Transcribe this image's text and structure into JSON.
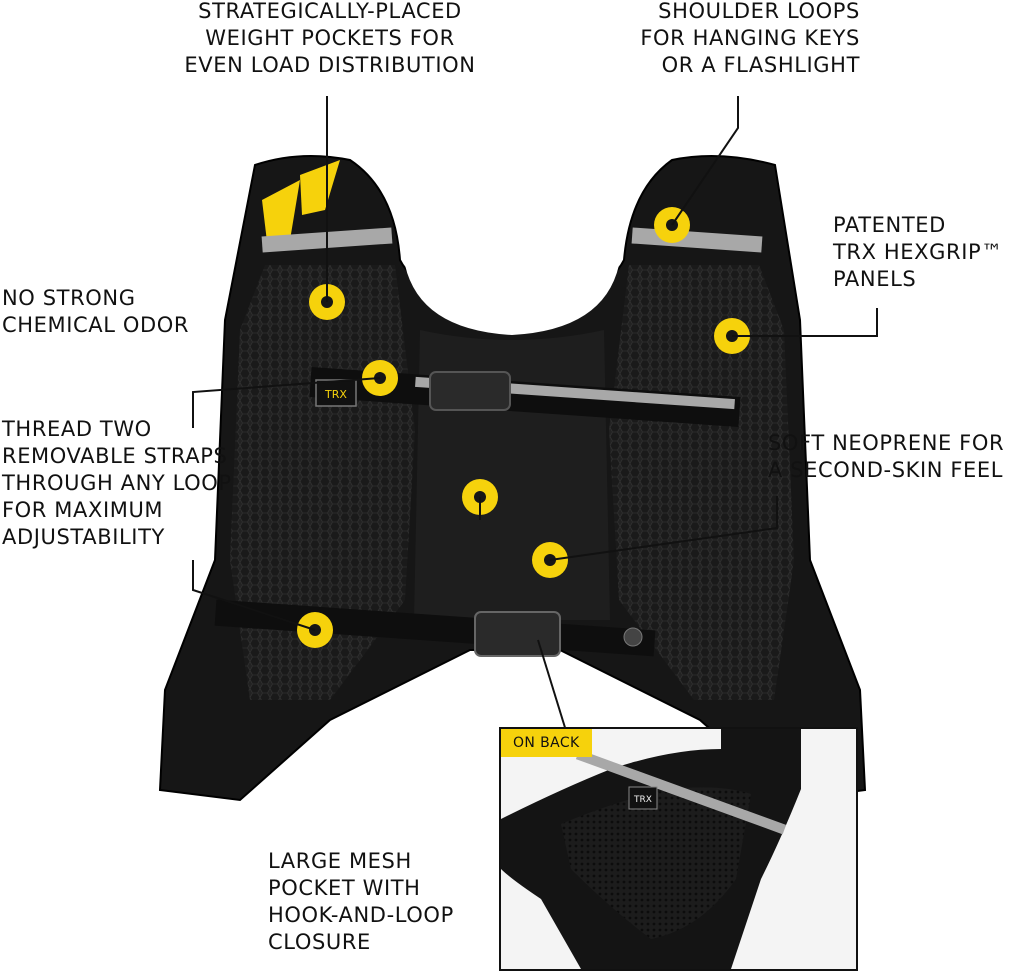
{
  "callouts": {
    "weight_pockets": [
      "STRATEGICALLY-PLACED",
      "WEIGHT POCKETS FOR",
      "EVEN LOAD DISTRIBUTION"
    ],
    "shoulder_loops": [
      "SHOULDER LOOPS",
      "FOR HANGING KEYS",
      "OR A FLASHLIGHT"
    ],
    "hexgrip": [
      "PATENTED",
      "TRX HEXGRIP™",
      "PANELS"
    ],
    "no_odor": [
      "NO STRONG",
      "CHEMICAL ODOR"
    ],
    "straps": [
      "THREAD TWO",
      "REMOVABLE STRAPS",
      "THROUGH ANY LOOP",
      "FOR MAXIMUM",
      "ADJUSTABILITY"
    ],
    "neoprene": [
      "SOFT NEOPRENE FOR",
      "A SECOND-SKIN FEEL"
    ],
    "mesh_pocket": [
      "LARGE MESH",
      "POCKET WITH",
      "HOOK-AND-LOOP",
      "CLOSURE"
    ]
  },
  "inset": {
    "tag": "ON BACK"
  },
  "brand": {
    "logo_text": "TRX"
  },
  "colors": {
    "accent_yellow": "#f6d20c",
    "vest_black": "#161616",
    "panel_dark": "#262626",
    "reflective_gray": "#a8a8a8",
    "leader_line": "#111111"
  }
}
